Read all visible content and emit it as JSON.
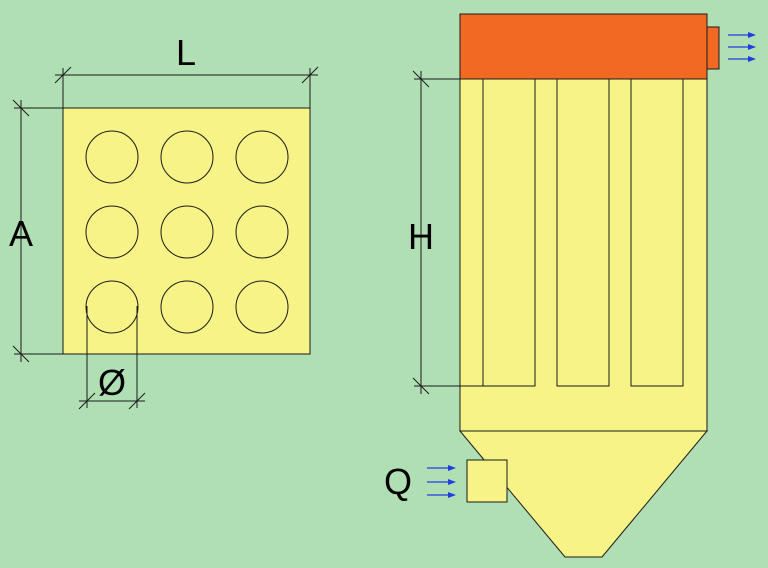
{
  "colors": {
    "background": "#b0dfb4",
    "body_fill": "#f7f387",
    "header_fill": "#f26a22",
    "stroke": "#1a1a1a",
    "arrow": "#1f3fe0"
  },
  "labels": {
    "length": "L",
    "width": "A",
    "diameter": "Ø",
    "height": "H",
    "flow": "Q"
  },
  "plate": {
    "rows": 3,
    "cols": 3
  },
  "housing": {
    "filter_bags": 3
  }
}
